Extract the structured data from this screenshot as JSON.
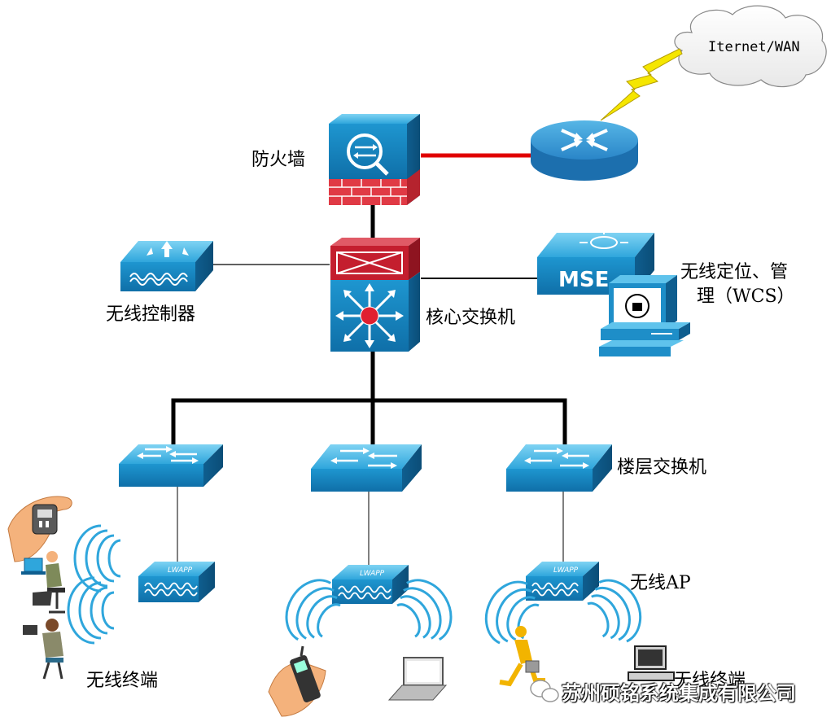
{
  "labels": {
    "internet": "Iternet/WAN",
    "firewall": "防火墙",
    "wireless_controller": "无线控制器",
    "core_switch": "核心交换机",
    "mse_line1": "无线定位、管",
    "mse_line2": "理（WCS）",
    "floor_switch": "楼层交换机",
    "wireless_ap": "无线AP",
    "terminal_left": "无线终端",
    "terminal_right": "无线终端",
    "mse_device": "MSE",
    "lwapp": "LWAPP"
  },
  "watermark": {
    "text": "苏州硕铭系统集成有限公司"
  },
  "colors": {
    "device_blue": "#1a8fc9",
    "device_top": "#5fc3ec",
    "firewall_brick": "#e03a45",
    "wan_link": "#e00000",
    "router_blue": "#1f7fc2"
  },
  "icons": [
    "cloud-icon",
    "lightning-icon",
    "router-icon",
    "firewall-icon",
    "wireless-controller-icon",
    "core-switch-icon",
    "mse-icon",
    "workstation-icon",
    "switch-icon",
    "access-point-icon",
    "wireless-signal-icon",
    "handheld-icon",
    "laptop-user-icon",
    "mobile-phone-icon",
    "laptop-icon",
    "running-user-icon",
    "desktop-pc-icon",
    "wechat-icon"
  ]
}
